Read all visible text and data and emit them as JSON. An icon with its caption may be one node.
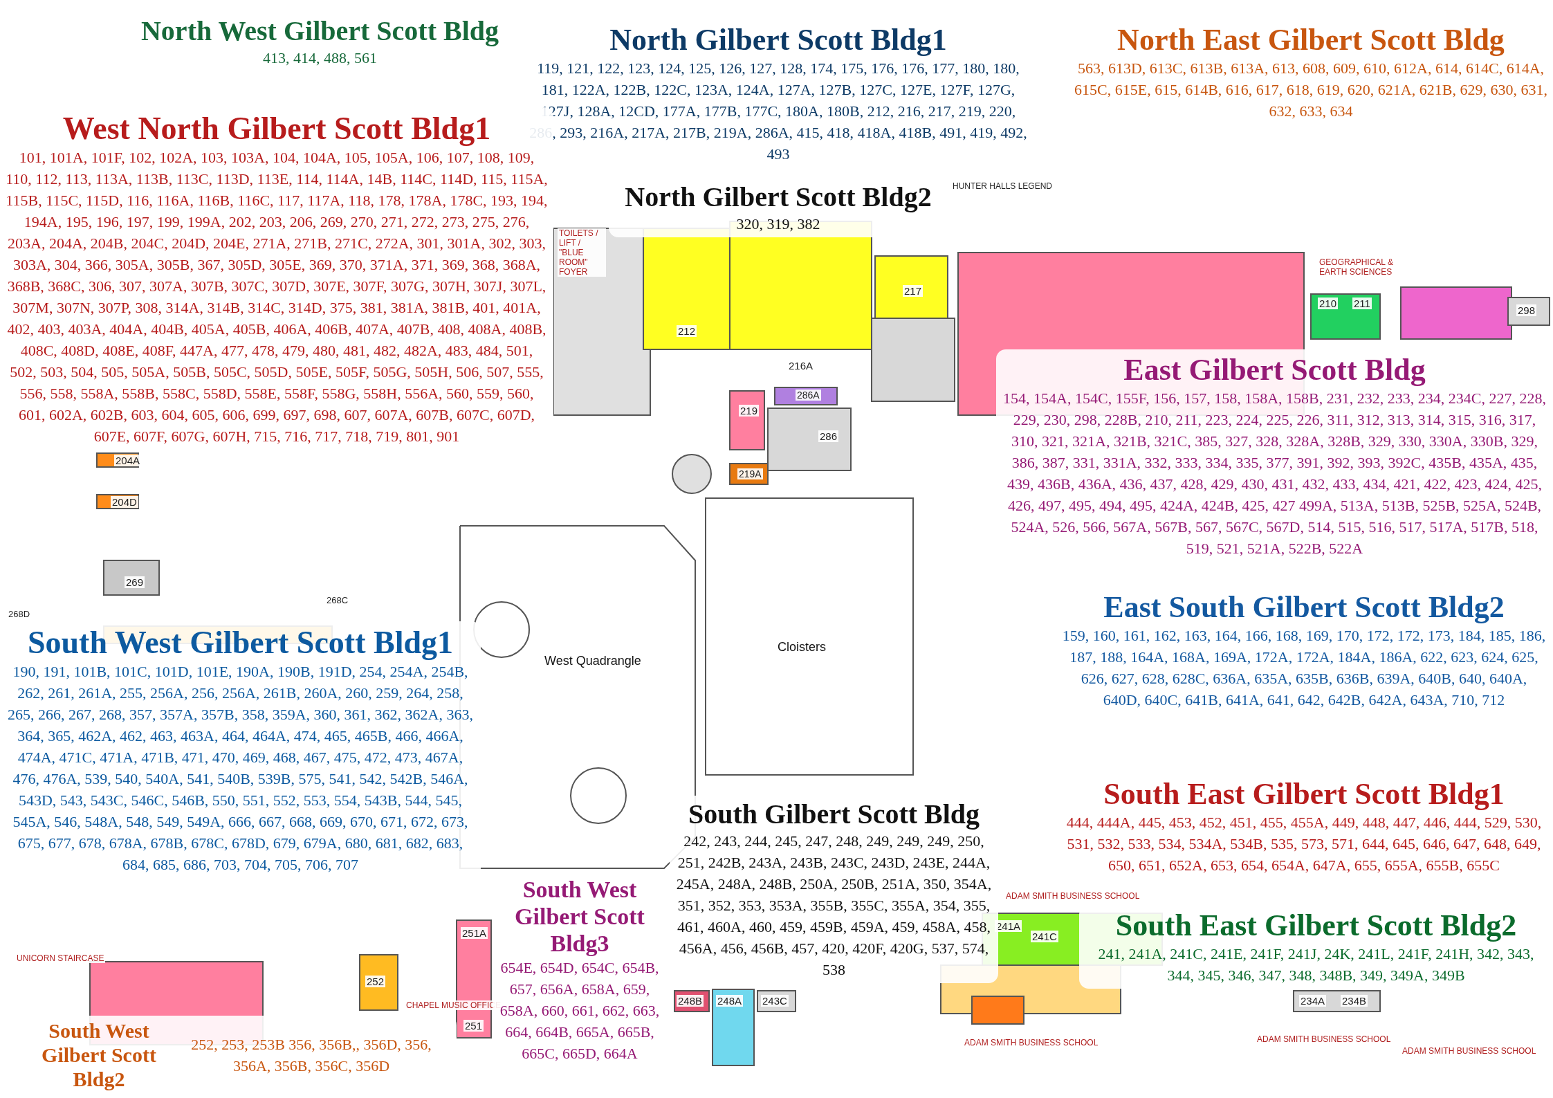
{
  "diagram": {
    "nodes": [
      {
        "text": [
          "North West Gilbert Scott Bldg",
          "413, 414, 488, 561"
        ]
      },
      {
        "text": [
          "North Gilbert Scott Bldg1",
          "119, 121, 122, 123, 124, 125, 126, 127, 128, 174, 175, 176, 176, 177, 180, 180, 181, 122A, 122B, 122C, 123A, 124A, 127A, 127B, 127C, 127E, 127F, 127G, 127J, 128A, 12CD, 177A, 177B, 177C, 180A, 180B, 212, 216, 217, 219, 220, 286, 293, 216A, 217A, 217B, 219A, 286A, 415, 418, 418A, 418B, 491, 419, 492, 493"
        ]
      },
      {
        "text": [
          "North East Gilbert Scott Bldg",
          "563, 613D, 613C, 613B, 613A, 613, 608, 609, 610, 612A, 614, 614C, 614A, 615C, 615E, 615, 614B, 616, 617, 618, 619, 620, 621A, 621B, 629, 630, 631, 632, 633, 634"
        ]
      },
      {
        "text": [
          "West North Gilbert Scott Bldg1",
          "101, 101A, 101F, 102, 102A, 103, 103A, 104, 104A, 105, 105A, 106, 107, 108, 109, 110, 112, 113, 113A, 113B, 113C, 113D, 113E, 114, 114A, 14B, 114C, 114D, 115, 115A, 115B, 115C, 115D, 116, 116A, 116B, 116C, 117, 117A, 118, 178, 178A, 178C, 193, 194, 194A, 195, 196, 197, 199, 199A, 202, 203, 206, 269, 270, 271, 272, 273, 275, 276, 203A, 204A, 204B, 204C, 204D, 204E, 271A, 271B, 271C, 272A, 301, 301A, 302, 303, 303A, 304, 366, 305A, 305B, 367, 305D, 305E, 369, 370, 371A, 371, 369, 368, 368A, 368B, 368C, 306, 307, 307A, 307B, 307C, 307D, 307E, 307F, 307G, 307H, 307J, 307L, 307M, 307N, 307P, 308, 314A, 314B, 314C, 314D, 375, 381, 381A, 381B, 401, 401A, 402, 403, 403A, 404A, 404B, 405A, 405B, 406A, 406B, 407A, 407B, 408, 408A, 408B, 408C, 408D, 408E, 408F, 447A, 477, 478, 479, 480, 481, 482, 482A, 483, 484, 501, 502, 503, 504, 505, 505A, 505B, 505C, 505D, 505E, 505F, 505G, 505H, 506, 507, 555, 556, 558, 558A, 558B, 558C, 558D, 558E, 558F, 558G, 558H, 556A, 560, 559, 560, 601, 602A, 602B, 603, 604, 605, 606, 699, 697, 698, 607, 607A, 607B, 607C, 607D, 607E, 607F, 607G, 607H, 715, 716, 717, 718, 719, 801, 901"
        ]
      },
      {
        "text": [
          "North Gilbert Scott Bldg2",
          "320, 319, 382"
        ]
      },
      {
        "text": [
          "East Gilbert Scott Bldg",
          "154, 154A, 154C, 155F, 156, 157, 158, 158A, 158B, 231, 232, 233, 234, 234C, 227, 228, 229, 230, 298, 228B, 210, 211, 223, 224, 225, 226, 311, 312, 313, 314, 315, 316, 317, 310, 321, 321A, 321B, 321C, 385, 327, 328, 328A, 328B, 329, 330, 330A, 330B, 329, 386, 387, 331, 331A, 332, 333, 334, 335, 377, 391, 392, 393, 392C, 435B, 435A, 435, 439, 436B, 436A, 436, 437, 428, 429, 430, 431, 432, 433, 434, 421, 422, 423, 424, 425, 426, 497, 495, 494, 495, 424A, 424B, 425, 427 499A, 513A, 513B, 525B, 525A, 524B, 524A, 526, 566, 567A, 567B, 567, 567C, 567D, 514, 515, 516, 517, 517A, 517B, 518, 519, 521, 521A, 522B, 522A"
        ]
      },
      {
        "text": [
          "South West Gilbert Scott Bldg1",
          "190, 191, 101B, 101C, 101D, 101E, 190A, 190B, 191D, 254, 254A, 254B, 262, 261, 261A, 255, 256A, 256, 256A, 261B, 260A, 260, 259, 264, 258, 265, 266, 267, 268, 357, 357A, 357B, 358, 359A, 360, 361, 362, 362A, 363, 364, 365, 462A, 462, 463, 463A, 464, 464A, 474, 465, 465B, 466, 466A, 474A, 471C, 471A, 471B, 471, 470, 469, 468, 467, 475, 472, 473, 467A, 476, 476A, 539, 540, 540A, 541, 540B, 539B, 575, 541, 542, 542B, 546A, 543D, 543, 543C, 546C, 546B, 550, 551, 552, 553, 554, 543B, 544, 545, 545A, 546, 548A, 548, 549, 549A, 666, 667, 668, 669, 670, 671, 672, 673, 675, 677, 678, 678A, 678B, 678C, 678D, 679, 679A, 680, 681, 682, 683, 684, 685, 686, 703, 704, 705, 706, 707"
        ]
      },
      {
        "text": [
          "East South Gilbert Scott Bldg2",
          "159, 160, 161, 162, 163, 164, 166, 168, 169, 170, 172, 172, 173, 184, 185, 186, 187, 188, 164A, 168A, 169A, 172A, 172A, 184A, 186A, 622, 623, 624, 625, 626, 627, 628, 628C, 636A, 635A, 635B, 636B, 639A, 640B, 640, 640A, 640D, 640C, 641B, 641A, 641, 642, 642B, 642A, 643A, 710, 712"
        ]
      },
      {
        "text": [
          "South East Gilbert Scott Bldg1",
          "444, 444A, 445, 453, 452, 451, 455, 455A, 449, 448, 447, 446, 444, 529, 530, 531, 532, 533, 534, 534A, 534B, 535, 573, 571, 644, 645, 646, 647, 648, 649, 650, 651, 652A, 653, 654, 654A, 647A, 655, 655A, 655B, 655C"
        ]
      },
      {
        "text": [
          "South Gilbert Scott Bldg",
          "242, 243, 244, 245, 247, 248, 249, 249, 249, 250, 251, 242B, 243A, 243B, 243C, 243D, 243E, 244A, 245A, 248A, 248B, 250A, 250B, 251A, 350, 354A, 351, 352, 353, 353A, 355B, 355C, 355A, 354, 355, 461, 460A, 460, 459, 459B, 459A, 459, 458A, 458, 456A, 456, 456B, 457, 420, 420F, 420G, 537, 574, 538"
        ]
      },
      {
        "text": [
          "South West Gilbert Scott Bldg3",
          "654E, 654D, 654C, 654B, 657, 656A, 658A, 659, 658A, 660, 661, 662, 663, 664, 664B, 665A, 665B, 665C, 665D, 664A"
        ]
      },
      {
        "text": [
          "South East Gilbert Scott Bldg2",
          "241, 241A, 241C, 241E, 241F, 241J, 24K, 241L, 241F, 241H, 342, 343, 344, 345, 346, 347, 348, 348B, 349, 349A, 349B"
        ]
      },
      {
        "text": [
          "South West Gilbert Scott Bldg2",
          "252, 253, 253B 356, 356B,, 356D, 356, 356A, 356B, 356C, 356D"
        ]
      }
    ],
    "labels": [
      "HUNTER HALLS LEGEND",
      "TOILETS / LIFT / \"BLUE ROOM\" FOYER",
      "GEOGRAPHICAL & EARTH SCIENCES",
      "West Quadrangle",
      "Cloisters",
      "212",
      "216A",
      "217",
      "219",
      "286A",
      "286",
      "219A",
      "210",
      "211",
      "298",
      "269",
      "204A",
      "204D",
      "241A",
      "241C",
      "234A",
      "234B",
      "251",
      "251A",
      "252",
      "243C",
      "248A",
      "248B",
      "268C",
      "268D",
      "ADAM SMITH BUSINESS SCHOOL",
      "ADAM SMITH BUSINESS SCHOOL",
      "ADAM SMITH BUSINESS SCHOOL",
      "ADAM SMITH BUSINESS SCHOOL",
      "CHAPEL MUSIC OFFICE",
      "UNICORN STAIRCASE"
    ]
  }
}
